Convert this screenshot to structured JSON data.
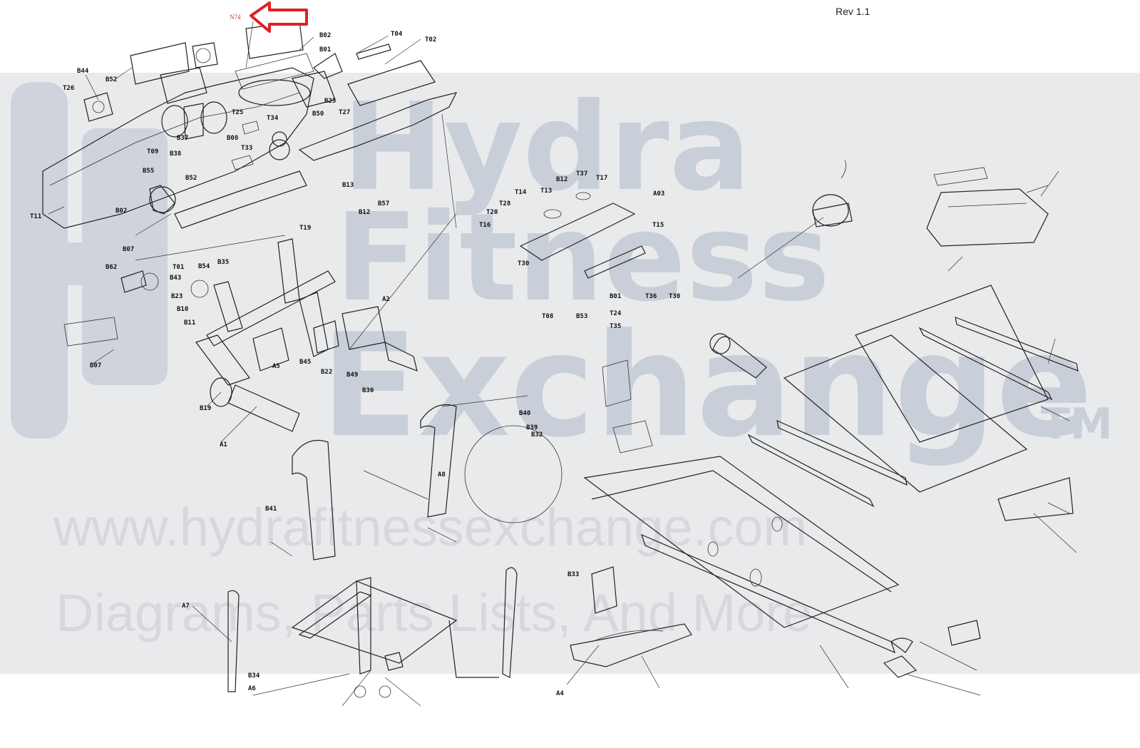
{
  "document": {
    "revision": "Rev 1.1"
  },
  "highlight": {
    "label": "N74",
    "arrow_color": "#e02020"
  },
  "watermark": {
    "line1": "Hydra",
    "line2": "Fitness",
    "line3": "Exchange",
    "trademark": "TM",
    "url": "www.hydrafitnessexchange.com",
    "tagline": "Diagrams, Parts Lists, And More",
    "band_color": "#e9eaec",
    "logo_color": "#c9cfd8"
  },
  "callouts": [
    {
      "id": "c1",
      "text": "B02"
    },
    {
      "id": "c2",
      "text": "B01"
    },
    {
      "id": "c3",
      "text": "T04"
    },
    {
      "id": "c4",
      "text": "T02"
    },
    {
      "id": "c5",
      "text": "B44"
    },
    {
      "id": "c6",
      "text": "B52"
    },
    {
      "id": "c7",
      "text": "T26"
    },
    {
      "id": "c8",
      "text": "B25"
    },
    {
      "id": "c9",
      "text": "B50"
    },
    {
      "id": "c10",
      "text": "T27"
    },
    {
      "id": "c11",
      "text": "T25"
    },
    {
      "id": "c12",
      "text": "T34"
    },
    {
      "id": "c13",
      "text": "B37"
    },
    {
      "id": "c14",
      "text": "B38"
    },
    {
      "id": "c15",
      "text": "T09"
    },
    {
      "id": "c16",
      "text": "B55"
    },
    {
      "id": "c17",
      "text": "B52"
    },
    {
      "id": "c18",
      "text": "B08"
    },
    {
      "id": "c19",
      "text": "T33"
    },
    {
      "id": "c20",
      "text": "B02"
    },
    {
      "id": "c21",
      "text": "T11"
    },
    {
      "id": "c22",
      "text": "B13"
    },
    {
      "id": "c23",
      "text": "B57"
    },
    {
      "id": "c24",
      "text": "B12"
    },
    {
      "id": "c25",
      "text": "T19"
    },
    {
      "id": "c26",
      "text": "B12"
    },
    {
      "id": "c27",
      "text": "T37"
    },
    {
      "id": "c28",
      "text": "T17"
    },
    {
      "id": "c29",
      "text": "A03"
    },
    {
      "id": "c30",
      "text": "T14"
    },
    {
      "id": "c31",
      "text": "T13"
    },
    {
      "id": "c32",
      "text": "T28"
    },
    {
      "id": "c33",
      "text": "T20"
    },
    {
      "id": "c34",
      "text": "T16"
    },
    {
      "id": "c35",
      "text": "T15"
    },
    {
      "id": "c36",
      "text": "T30"
    },
    {
      "id": "c37",
      "text": "B01"
    },
    {
      "id": "c38",
      "text": "T36"
    },
    {
      "id": "c39",
      "text": "T30"
    },
    {
      "id": "c40",
      "text": "T24"
    },
    {
      "id": "c41",
      "text": "T35"
    },
    {
      "id": "c42",
      "text": "T08"
    },
    {
      "id": "c43",
      "text": "B53"
    },
    {
      "id": "c44",
      "text": "B07"
    },
    {
      "id": "c45",
      "text": "B62"
    },
    {
      "id": "c46",
      "text": "T01"
    },
    {
      "id": "c47",
      "text": "B54"
    },
    {
      "id": "c48",
      "text": "B35"
    },
    {
      "id": "c49",
      "text": "B43"
    },
    {
      "id": "c50",
      "text": "B23"
    },
    {
      "id": "c51",
      "text": "B10"
    },
    {
      "id": "c52",
      "text": "B11"
    },
    {
      "id": "c53",
      "text": "A2"
    },
    {
      "id": "c54",
      "text": "B07"
    },
    {
      "id": "c55",
      "text": "B45"
    },
    {
      "id": "c56",
      "text": "B49"
    },
    {
      "id": "c57",
      "text": "B30"
    },
    {
      "id": "c58",
      "text": "B19"
    },
    {
      "id": "c59",
      "text": "B22"
    },
    {
      "id": "c60",
      "text": "A5"
    },
    {
      "id": "c61",
      "text": "A1"
    },
    {
      "id": "c62",
      "text": "B41"
    },
    {
      "id": "c63",
      "text": "B40"
    },
    {
      "id": "c64",
      "text": "B39"
    },
    {
      "id": "c65",
      "text": "B32"
    },
    {
      "id": "c66",
      "text": "A8"
    },
    {
      "id": "c67",
      "text": "B33"
    },
    {
      "id": "c68",
      "text": "B34"
    },
    {
      "id": "c69",
      "text": "A6"
    },
    {
      "id": "c70",
      "text": "A7"
    },
    {
      "id": "c71",
      "text": "A4"
    }
  ]
}
